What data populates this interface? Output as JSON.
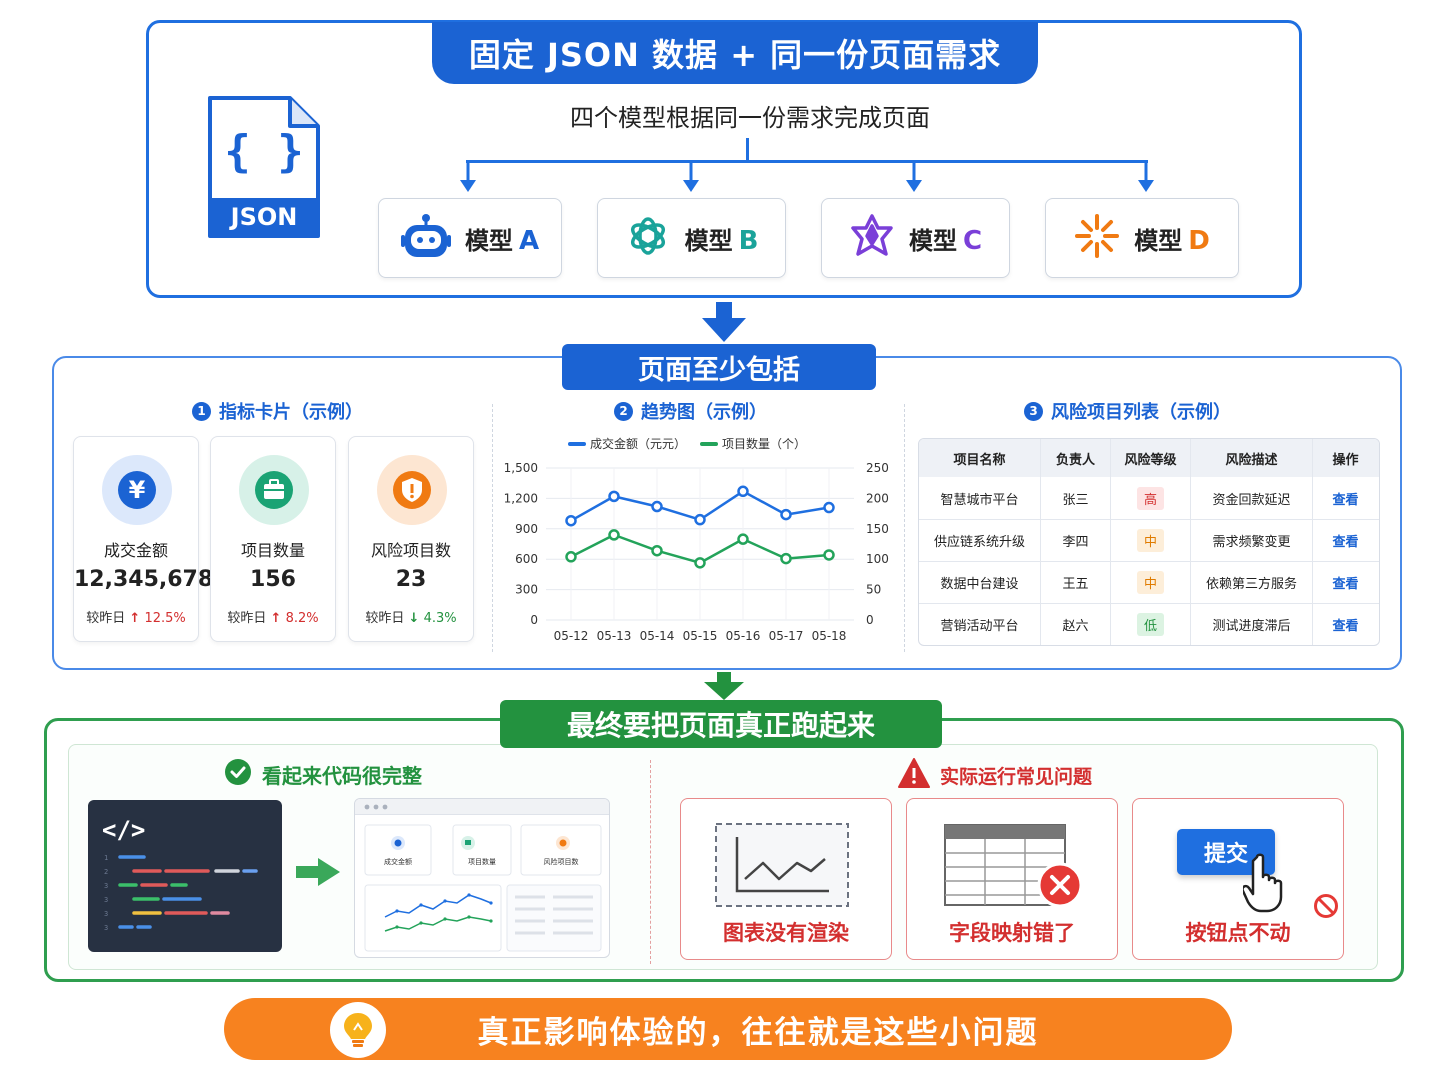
{
  "header": {
    "title": "固定 JSON 数据 + 同一份页面需求",
    "subtitle": "四个模型根据同一份需求完成页面",
    "json_label": "JSON"
  },
  "models": [
    {
      "name": "模型",
      "letter": "A",
      "color": "#1b63d3"
    },
    {
      "name": "模型",
      "letter": "B",
      "color": "#1aa39a"
    },
    {
      "name": "模型",
      "letter": "C",
      "color": "#7a3fd8"
    },
    {
      "name": "模型",
      "letter": "D",
      "color": "#f07a12"
    }
  ],
  "includes": {
    "title": "页面至少包括",
    "metric_section": {
      "num": "1",
      "title": "指标卡片（示例）"
    },
    "trend_section": {
      "num": "2",
      "title": "趋势图（示例）"
    },
    "risk_section": {
      "num": "3",
      "title": "风险项目列表（示例）"
    }
  },
  "metrics": [
    {
      "label": "成交金额",
      "value": "12,345,678",
      "delta_prefix": "较昨日",
      "arrow": "↑",
      "delta": "12.5%",
      "color": "#d32f2f"
    },
    {
      "label": "项目数量",
      "value": "156",
      "delta_prefix": "较昨日",
      "arrow": "↑",
      "delta": "8.2%",
      "color": "#d32f2f"
    },
    {
      "label": "风险项目数",
      "value": "23",
      "delta_prefix": "较昨日",
      "arrow": "↓",
      "delta": "4.3%",
      "color": "#23923f"
    }
  ],
  "chart_data": {
    "type": "line",
    "x": [
      "05-12",
      "05-13",
      "05-14",
      "05-15",
      "05-16",
      "05-17",
      "05-18"
    ],
    "series": [
      {
        "name": "成交金额（元元）",
        "axis": "left",
        "color": "#1f6fe0",
        "values": [
          980,
          1220,
          1120,
          990,
          1270,
          1040,
          1110
        ]
      },
      {
        "name": "项目数量（个）",
        "axis": "right",
        "color": "#23a35a",
        "values": [
          104,
          140,
          114,
          94,
          133,
          101,
          107
        ]
      }
    ],
    "y_left": {
      "ticks": [
        "1,500",
        "1,200",
        "900",
        "600",
        "300",
        "0"
      ],
      "range": [
        0,
        1500
      ]
    },
    "y_right": {
      "ticks": [
        "250",
        "200",
        "150",
        "100",
        "50",
        "0"
      ],
      "range": [
        0,
        250
      ]
    },
    "grid": true,
    "legend": "top"
  },
  "risk_table": {
    "headers": [
      "项目名称",
      "负责人",
      "风险等级",
      "风险描述",
      "操作"
    ],
    "rows": [
      {
        "name": "智慧城市平台",
        "owner": "张三",
        "level": "高",
        "level_color": "#d32f2f",
        "level_bg": "#fde4e4",
        "desc": "资金回款延迟",
        "action": "查看"
      },
      {
        "name": "供应链系统升级",
        "owner": "李四",
        "level": "中",
        "level_color": "#e07b00",
        "level_bg": "#fdeed9",
        "desc": "需求频繁变更",
        "action": "查看"
      },
      {
        "name": "数据中台建设",
        "owner": "王五",
        "level": "中",
        "level_color": "#e07b00",
        "level_bg": "#fdeed9",
        "desc": "依赖第三方服务",
        "action": "查看"
      },
      {
        "name": "营销活动平台",
        "owner": "赵六",
        "level": "低",
        "level_color": "#23923f",
        "level_bg": "#dcf3e2",
        "desc": "测试进度滞后",
        "action": "查看"
      }
    ]
  },
  "run": {
    "title": "最终要把页面真正跑起来",
    "looks_complete": "看起来代码很完整",
    "issues_title": "实际运行常见问题",
    "mini_cards": [
      "成交金额",
      "项目数量",
      "风险项目数"
    ],
    "problems": [
      {
        "label": "图表没有渲染"
      },
      {
        "label": "字段映射错了"
      },
      {
        "label": "按钮点不动",
        "button": "提交"
      }
    ]
  },
  "footer": {
    "text": "真正影响体验的，往往就是这些小问题"
  }
}
